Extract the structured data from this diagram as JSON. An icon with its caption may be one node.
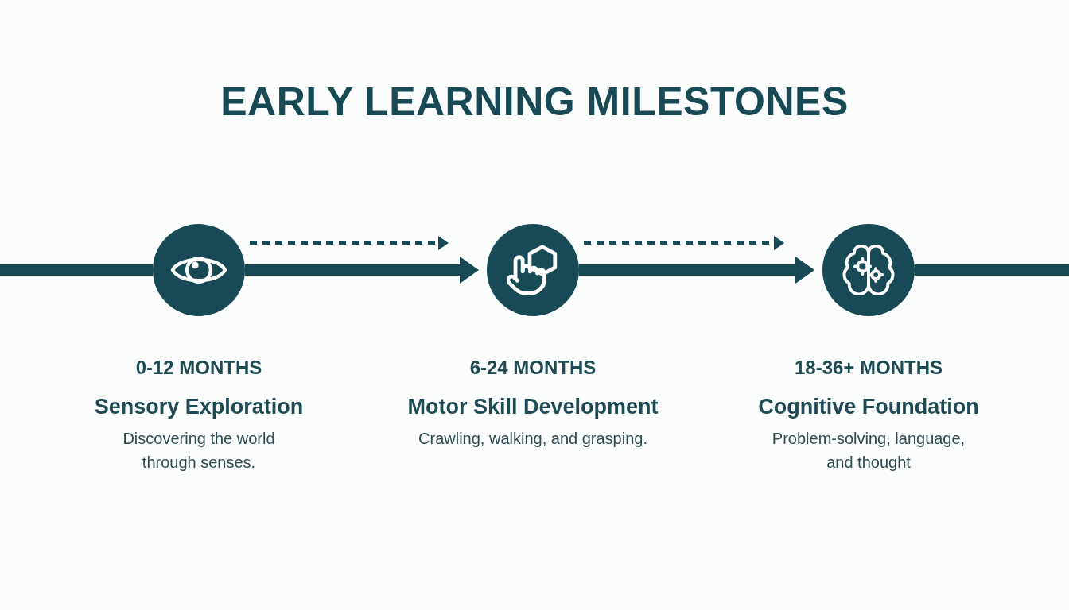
{
  "diagram": {
    "title": "EARLY LEARNING MILESTONES",
    "nodes": [
      {
        "text": [],
        "shape": "circle",
        "beside": [
          "0-12 MONTHS",
          "Sensory Exploration",
          "Discovering the world through senses."
        ]
      },
      {
        "text": [],
        "shape": "circle",
        "beside": [
          "6-24 MONTHS",
          "Motor Skill Development",
          "Crawling, walking, and grasping."
        ]
      },
      {
        "text": [],
        "shape": "circle",
        "beside": [
          "18-36+ MONTHS",
          "Cognitive Foundation",
          "Problem-solving, language, and thought"
        ]
      }
    ],
    "edges": [
      {
        "from": null,
        "to": 0,
        "arrow": "none"
      },
      {
        "from": 0,
        "to": 1,
        "arrow": "to"
      },
      {
        "from": 0,
        "to": 1,
        "arrow": "to",
        "style": "dashed"
      },
      {
        "from": 1,
        "to": 2,
        "arrow": "to"
      },
      {
        "from": 1,
        "to": 2,
        "arrow": "to",
        "style": "dashed"
      },
      {
        "from": 2,
        "to": null,
        "arrow": "none"
      }
    ]
  }
}
